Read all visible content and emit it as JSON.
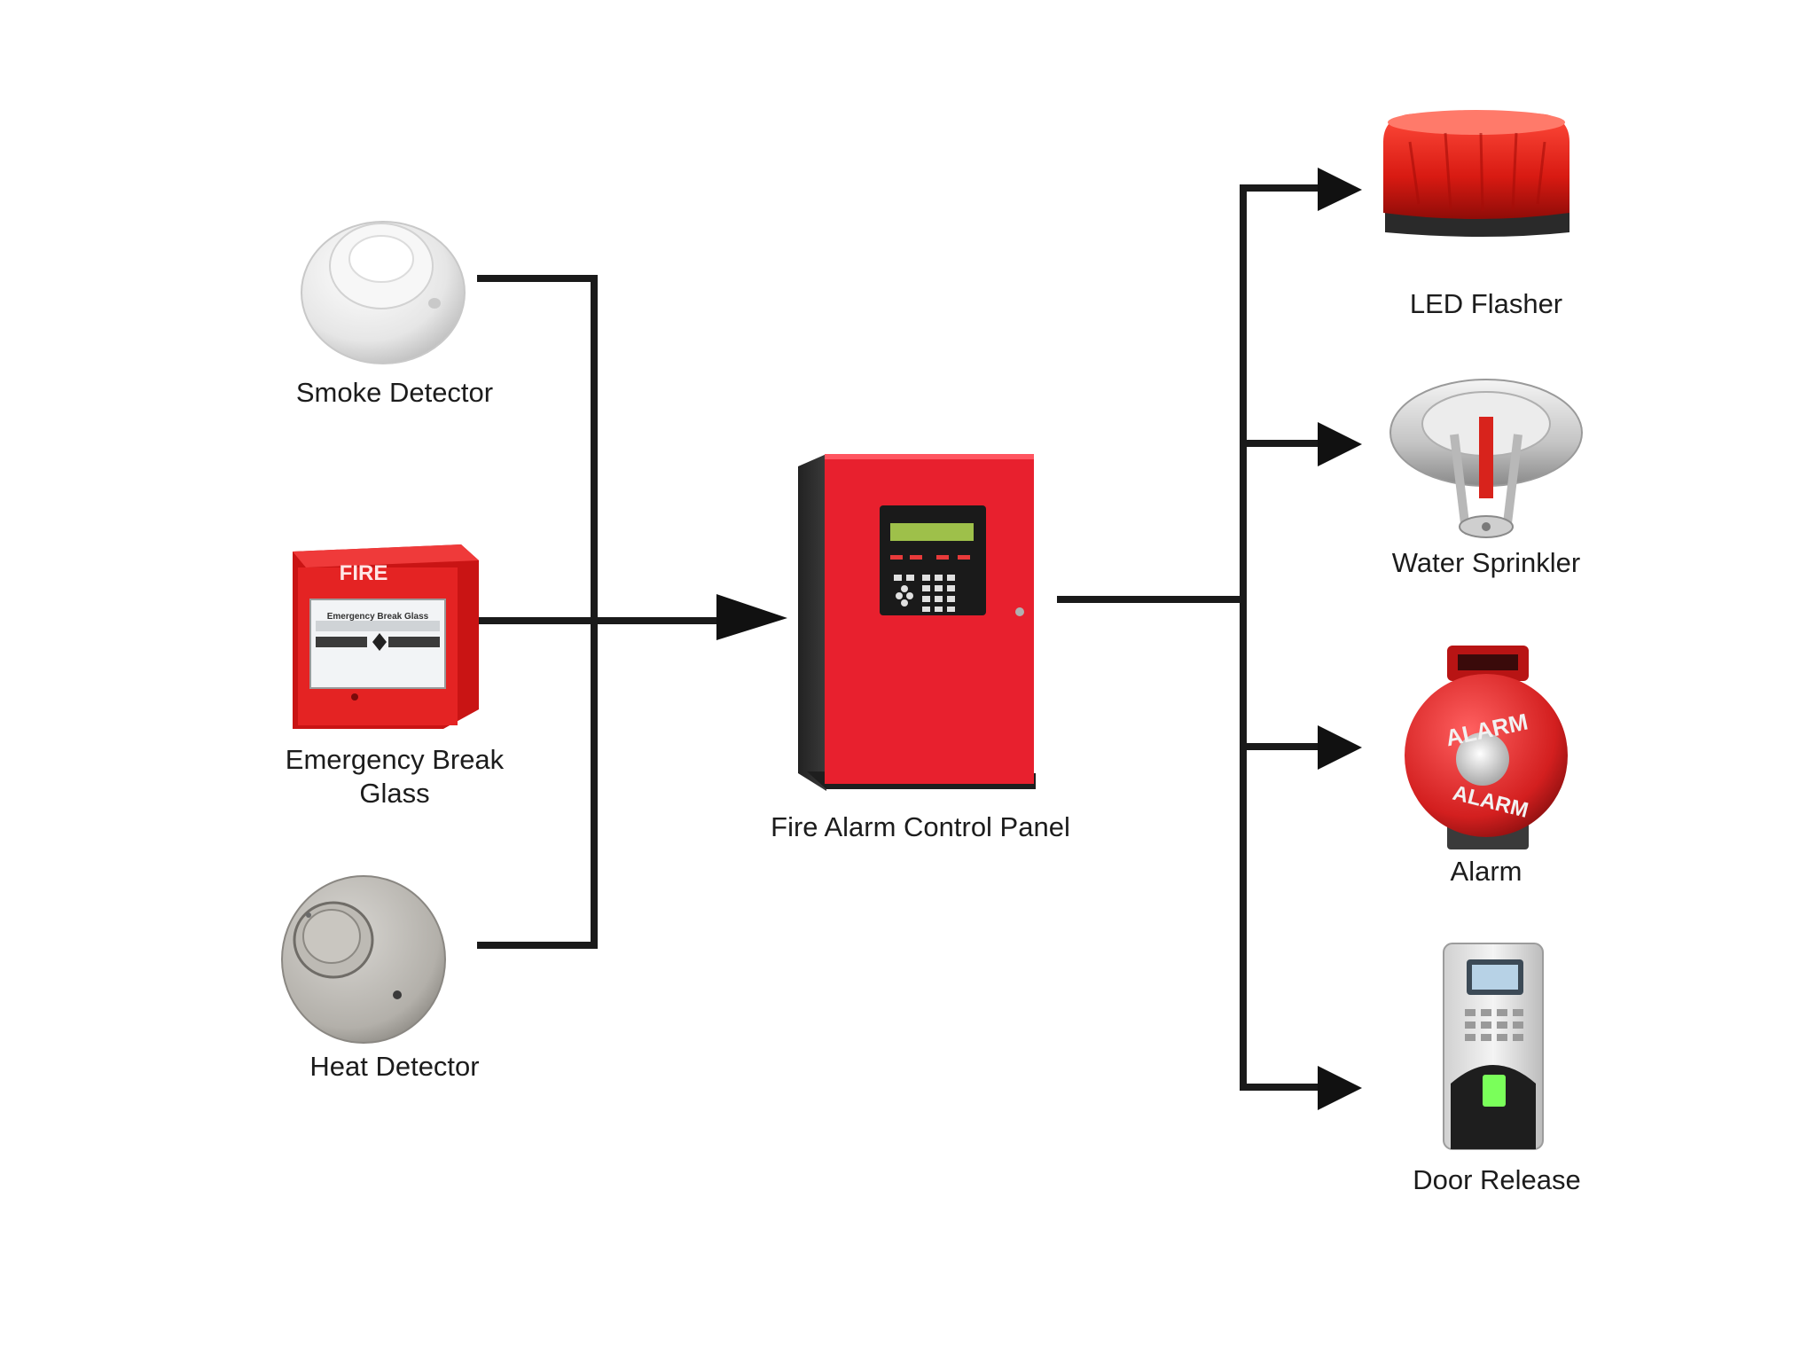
{
  "inputs": {
    "smoke_detector": "Smoke Detector",
    "break_glass_line1": "Emergency Break",
    "break_glass_line2": "Glass",
    "heat_detector": "Heat Detector"
  },
  "panel": {
    "label": "Fire Alarm Control Panel"
  },
  "outputs": {
    "led_flasher": "LED Flasher",
    "water_sprinkler": "Water Sprinkler",
    "alarm": "Alarm",
    "door_release": "Door Release"
  },
  "device_text": {
    "fire_sign": "FIRE",
    "break_glass_caption": "Emergency Break Glass",
    "bell_text_top": "ALARM",
    "bell_text_bottom": "ALARM"
  },
  "colors": {
    "line": "#1a1a1a",
    "panel_red": "#e8202e",
    "device_red": "#e02424"
  }
}
